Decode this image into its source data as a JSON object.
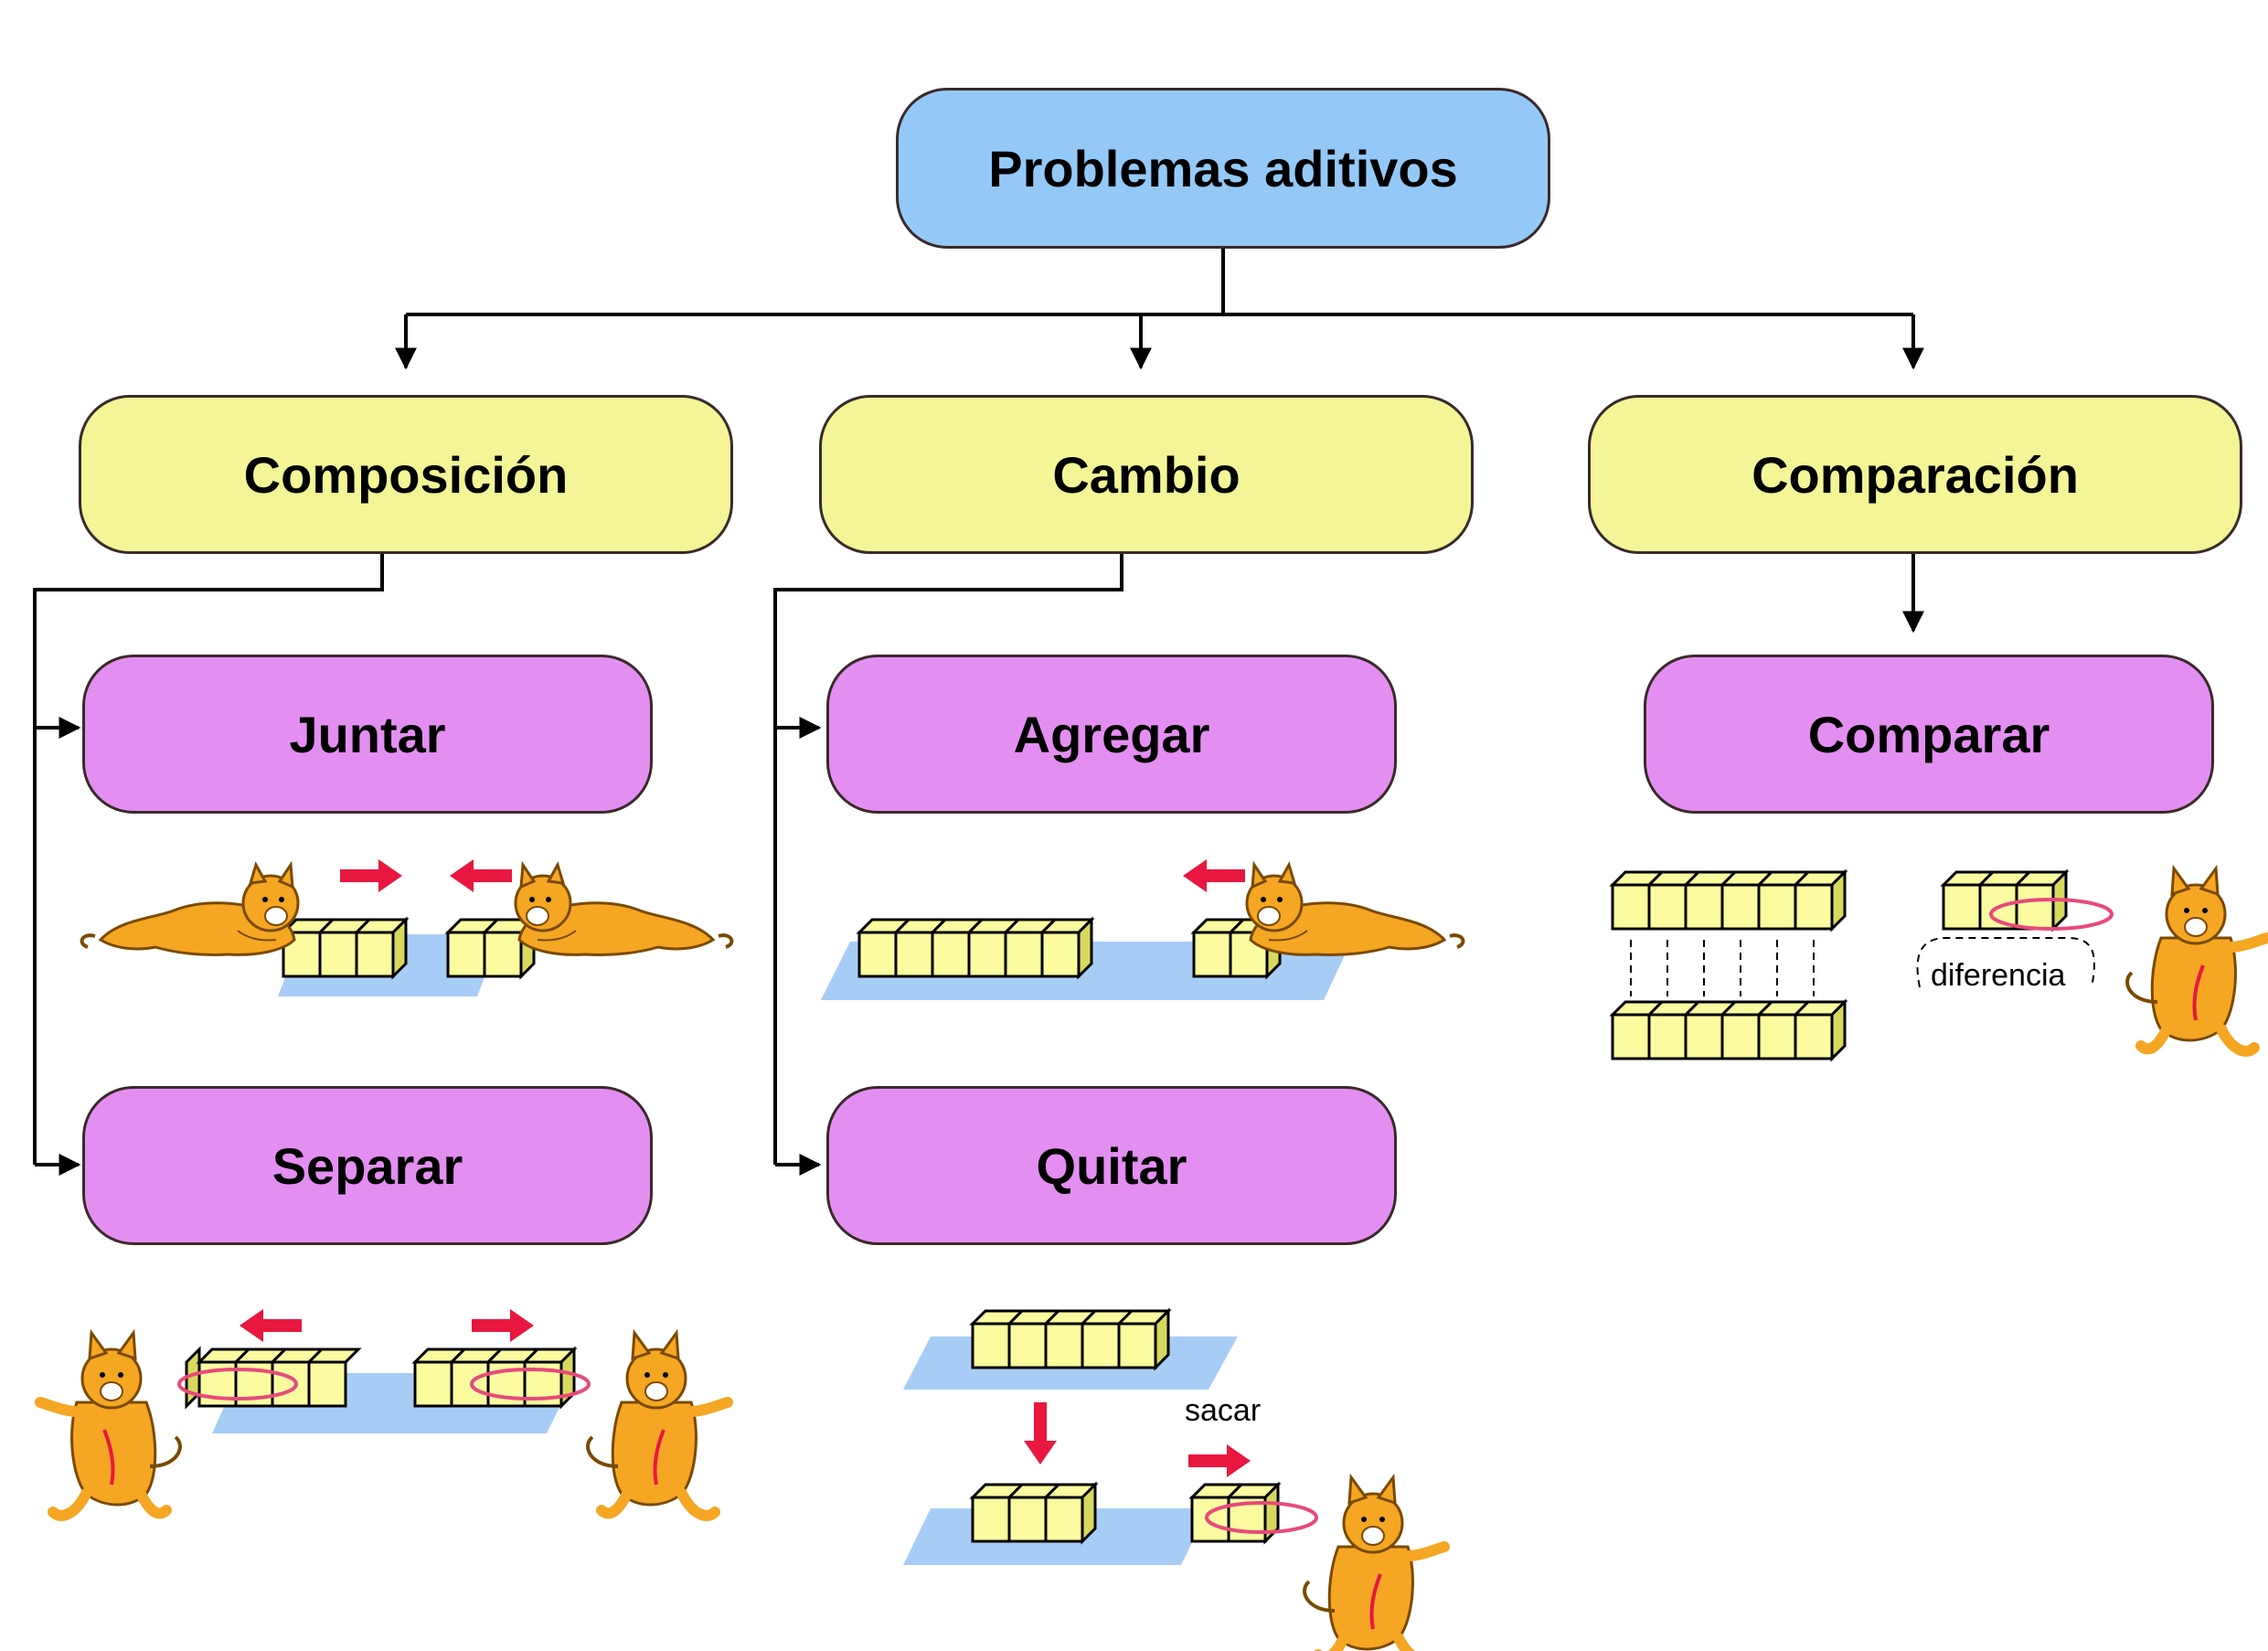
{
  "root": {
    "label": "Problemas aditivos"
  },
  "categories": [
    {
      "label": "Composición"
    },
    {
      "label": "Cambio"
    },
    {
      "label": "Comparación"
    }
  ],
  "subtypes": {
    "juntar": {
      "label": "Juntar"
    },
    "separar": {
      "label": "Separar"
    },
    "agregar": {
      "label": "Agregar"
    },
    "quitar": {
      "label": "Quitar"
    },
    "comparar": {
      "label": "Comparar"
    }
  },
  "annotations": {
    "sacar": "sacar",
    "diferencia": "diferencia"
  },
  "colors": {
    "root_fill": "#94c9f7",
    "category_fill": "#f3f597",
    "subtype_fill": "#e38ff1",
    "block_fill": "#fbfba0",
    "mat_fill": "#a7cdf6",
    "arrow_red": "#e8173f",
    "cat_orange": "#f5a623"
  },
  "icons": [
    "cat-pushing-icon",
    "cat-pulling-icon",
    "block-stack-icon",
    "red-arrow-icon"
  ]
}
